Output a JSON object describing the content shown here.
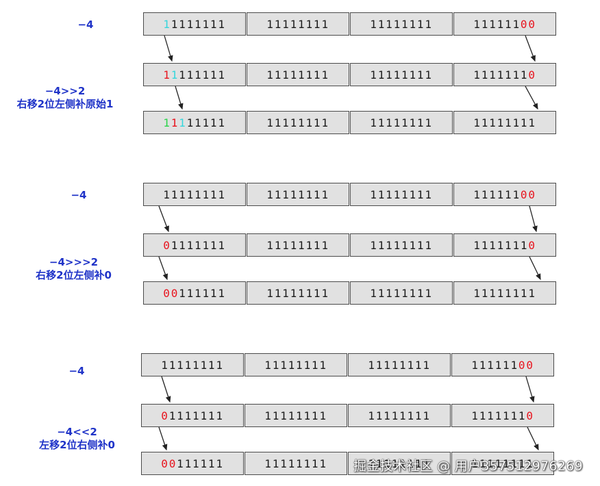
{
  "groups": [
    {
      "label_top": "−4",
      "label_op": "−4>>2",
      "label_desc": "右移2位左侧补原始1",
      "rows": [
        [
          "11111111",
          "11111111",
          "11111111",
          "11111100"
        ],
        [
          "11111111",
          "11111111",
          "11111111",
          "11111110"
        ],
        [
          "11111111",
          "11111111",
          "11111111",
          "11111111"
        ]
      ]
    },
    {
      "label_top": "−4",
      "label_op": "−4>>>2",
      "label_desc": "右移2位左侧补0",
      "rows": [
        [
          "11111111",
          "11111111",
          "11111111",
          "11111100"
        ],
        [
          "01111111",
          "11111111",
          "11111111",
          "11111110"
        ],
        [
          "00111111",
          "11111111",
          "11111111",
          "11111111"
        ]
      ]
    },
    {
      "label_top": "−4",
      "label_op": "−4<<2",
      "label_desc": "左移2位右侧补0",
      "rows": [
        [
          "11111111",
          "11111111",
          "11111111",
          "11111100"
        ],
        [
          "01111111",
          "11111111",
          "11111111",
          "11111110"
        ],
        [
          "00111111",
          "11111111",
          "11111111",
          "11111111"
        ]
      ]
    }
  ],
  "highlights": [
    [
      [
        {
          "cell": 0,
          "bit": 0,
          "color": "cyan"
        },
        {
          "cell": 3,
          "bit": 6,
          "color": "red"
        },
        {
          "cell": 3,
          "bit": 7,
          "color": "red"
        }
      ],
      [
        {
          "cell": 0,
          "bit": 0,
          "color": "red"
        },
        {
          "cell": 0,
          "bit": 1,
          "color": "cyan"
        },
        {
          "cell": 3,
          "bit": 7,
          "color": "red"
        }
      ],
      [
        {
          "cell": 0,
          "bit": 0,
          "color": "green"
        },
        {
          "cell": 0,
          "bit": 1,
          "color": "red"
        },
        {
          "cell": 0,
          "bit": 2,
          "color": "cyan"
        }
      ]
    ],
    [
      [
        {
          "cell": 3,
          "bit": 6,
          "color": "red"
        },
        {
          "cell": 3,
          "bit": 7,
          "color": "red"
        }
      ],
      [
        {
          "cell": 0,
          "bit": 0,
          "color": "red"
        },
        {
          "cell": 3,
          "bit": 7,
          "color": "red"
        }
      ],
      [
        {
          "cell": 0,
          "bit": 0,
          "color": "red"
        },
        {
          "cell": 0,
          "bit": 1,
          "color": "red"
        }
      ]
    ],
    [
      [
        {
          "cell": 3,
          "bit": 6,
          "color": "red"
        },
        {
          "cell": 3,
          "bit": 7,
          "color": "red"
        }
      ],
      [
        {
          "cell": 0,
          "bit": 0,
          "color": "red"
        },
        {
          "cell": 3,
          "bit": 7,
          "color": "red"
        }
      ],
      [
        {
          "cell": 0,
          "bit": 0,
          "color": "red"
        },
        {
          "cell": 0,
          "bit": 1,
          "color": "red"
        }
      ]
    ]
  ],
  "colors": {
    "label": "#1f33c8",
    "red": "#e8141e",
    "cyan": "#35d6dc",
    "green": "#2ad34a",
    "cell_bg": "#e1e1e1"
  },
  "watermark": "掘金技术社区 @ 用户3575129762​69"
}
